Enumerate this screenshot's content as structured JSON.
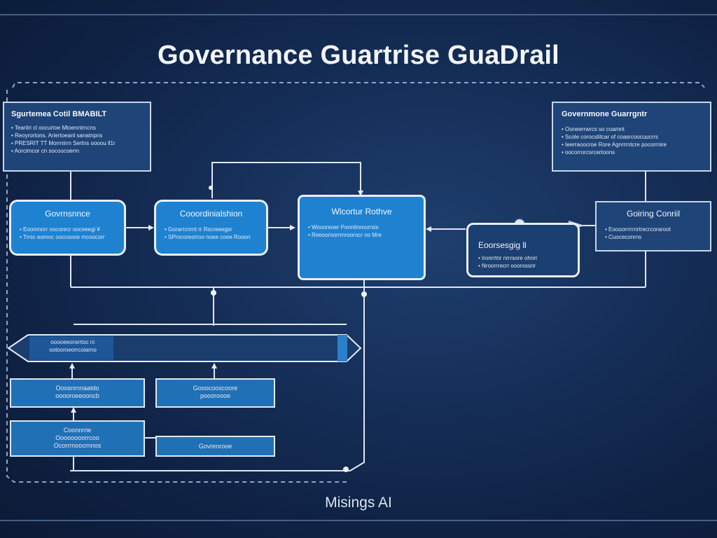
{
  "title": "Governance Guartrise GuaDrail",
  "footer": "Misings AI",
  "panels": {
    "left_top": {
      "title": "Sgurtemea Cotil BMABILT",
      "lines": [
        "• Tearitri cl oocurtoe Mtoenntrncns",
        "• Reoyrortons. Ariertoeanl sanatnpns",
        "• PRESRIT TT Morrnirrn Sertns oooou ll1r",
        "• Aorcimcor cn socoocoerm"
      ]
    },
    "right_top": {
      "title": "Governmone Guarrgntr",
      "lines": [
        "• Ooneerrwrcs so coamnt",
        "• Scole corocstitcar of coasrcoocuucrrs",
        "• Ieerraoocroe Rore Agnrrrntcre pocorrnire",
        "• oocorrorcsrcertoons"
      ]
    }
  },
  "flow": {
    "governance": {
      "title": "Govrnsnnce",
      "lines": [
        "• Eoomnnrr oocorecr ooceeegi ¥",
        "• Trrsc eomoc ooccoooe mcoocorr"
      ]
    },
    "coordination": {
      "title": "Cooordinialshion",
      "lines": [
        "• Gorarrcnrnt rr Rscreeegsr",
        "• SProcoreorroo noee coee Rooon"
      ]
    },
    "workflow": {
      "title": "Wlcortur Rothve",
      "lines": [
        "• Woooreoer Ponnitrenorrsis",
        "• Reeooroorrrnroorocr oo Mre"
      ]
    },
    "processing": {
      "title": "Eoorsesgig ll",
      "lines": [
        "• Ironrrtnr nrrrsore ohnrr",
        "• Nroorrrecrr ooorossnr"
      ]
    },
    "gating": {
      "title": "Goiring Conriil",
      "lines": [
        "• Eoooorrrrrnrtrecrcoraroot",
        "• Cuoceconrns"
      ]
    }
  },
  "banner": {
    "lines": [
      "ooooeeororrtoc rc",
      "ootooroeorrcoiarno"
    ]
  },
  "bottom": {
    "b1": {
      "lines": [
        "Ooosnrnnaatdo",
        "ooooroeeooncb"
      ]
    },
    "b2": {
      "lines": [
        "Gooocooscoore",
        "poooroooe"
      ]
    },
    "b3": {
      "lines": [
        "Coonnrrie",
        "Oooooooorrcoo",
        "Ocorrrnoocrnnos"
      ]
    },
    "b4": {
      "lines": [
        "Govrenrooe"
      ]
    }
  }
}
